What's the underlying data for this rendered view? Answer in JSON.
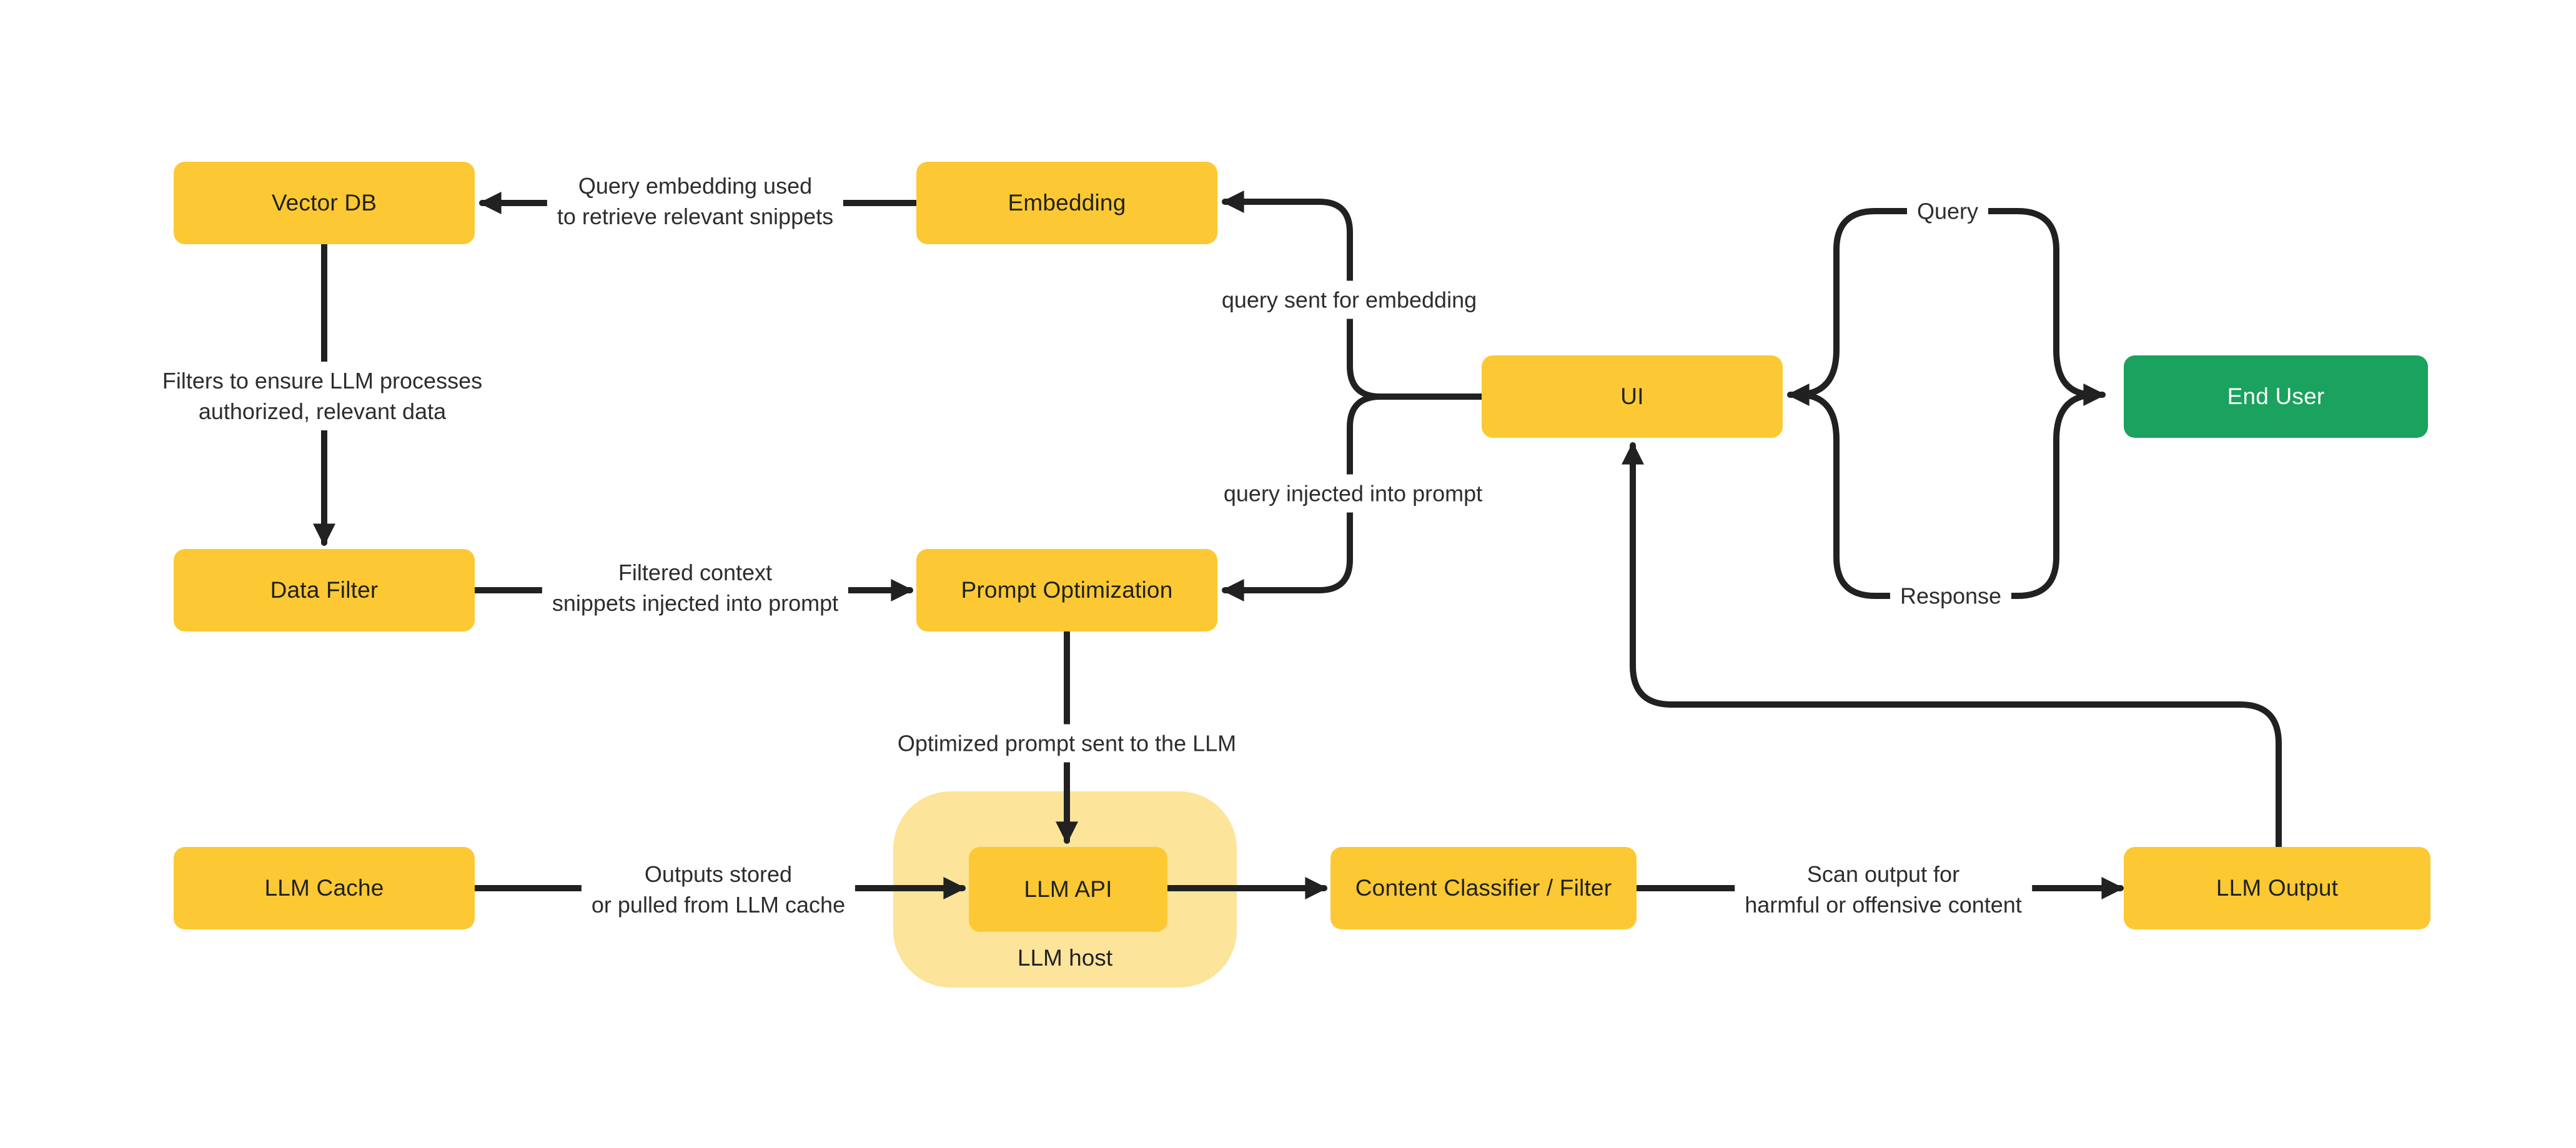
{
  "diagram": {
    "background": "#FFFFFF",
    "colors": {
      "node_yellow": "#FCC934",
      "host_yellow": "#FCE49B",
      "node_green": "#1AA25E",
      "line": "#212121",
      "node_text": "#202124",
      "edge_label_text": "#2B2D2E"
    },
    "nodes": {
      "vector_db": {
        "label": "Vector DB",
        "fill": "#FCC934"
      },
      "embedding": {
        "label": "Embedding",
        "fill": "#FCC934"
      },
      "ui": {
        "label": "UI",
        "fill": "#FCC934"
      },
      "end_user": {
        "label": "End User",
        "fill": "#1AA25E"
      },
      "data_filter": {
        "label": "Data Filter",
        "fill": "#FCC934"
      },
      "prompt_optimization": {
        "label": "Prompt Optimization",
        "fill": "#FCC934"
      },
      "llm_cache": {
        "label": "LLM Cache",
        "fill": "#FCC934"
      },
      "llm_host": {
        "label": "LLM host",
        "fill": "#FCE49B"
      },
      "llm_api": {
        "label": "LLM API",
        "fill": "#FCC934"
      },
      "content_classifier": {
        "label": "Content Classifier / Filter",
        "fill": "#FCC934"
      },
      "llm_output": {
        "label": "LLM Output",
        "fill": "#FCC934"
      }
    },
    "edge_labels": {
      "query_embedding": "Query embedding used\nto retrieve relevant snippets",
      "filters": "Filters to ensure LLM processes\nauthorized, relevant data",
      "filtered_context": "Filtered context\nsnippets injected into prompt",
      "query_sent": "query sent for embedding",
      "query_injected": "query injected into prompt",
      "query": "Query",
      "response": "Response",
      "outputs_stored": "Outputs stored\nor pulled from LLM cache",
      "optimized_prompt": "Optimized prompt sent to the LLM",
      "scan_output": "Scan output for\nharmful or offensive content"
    }
  }
}
